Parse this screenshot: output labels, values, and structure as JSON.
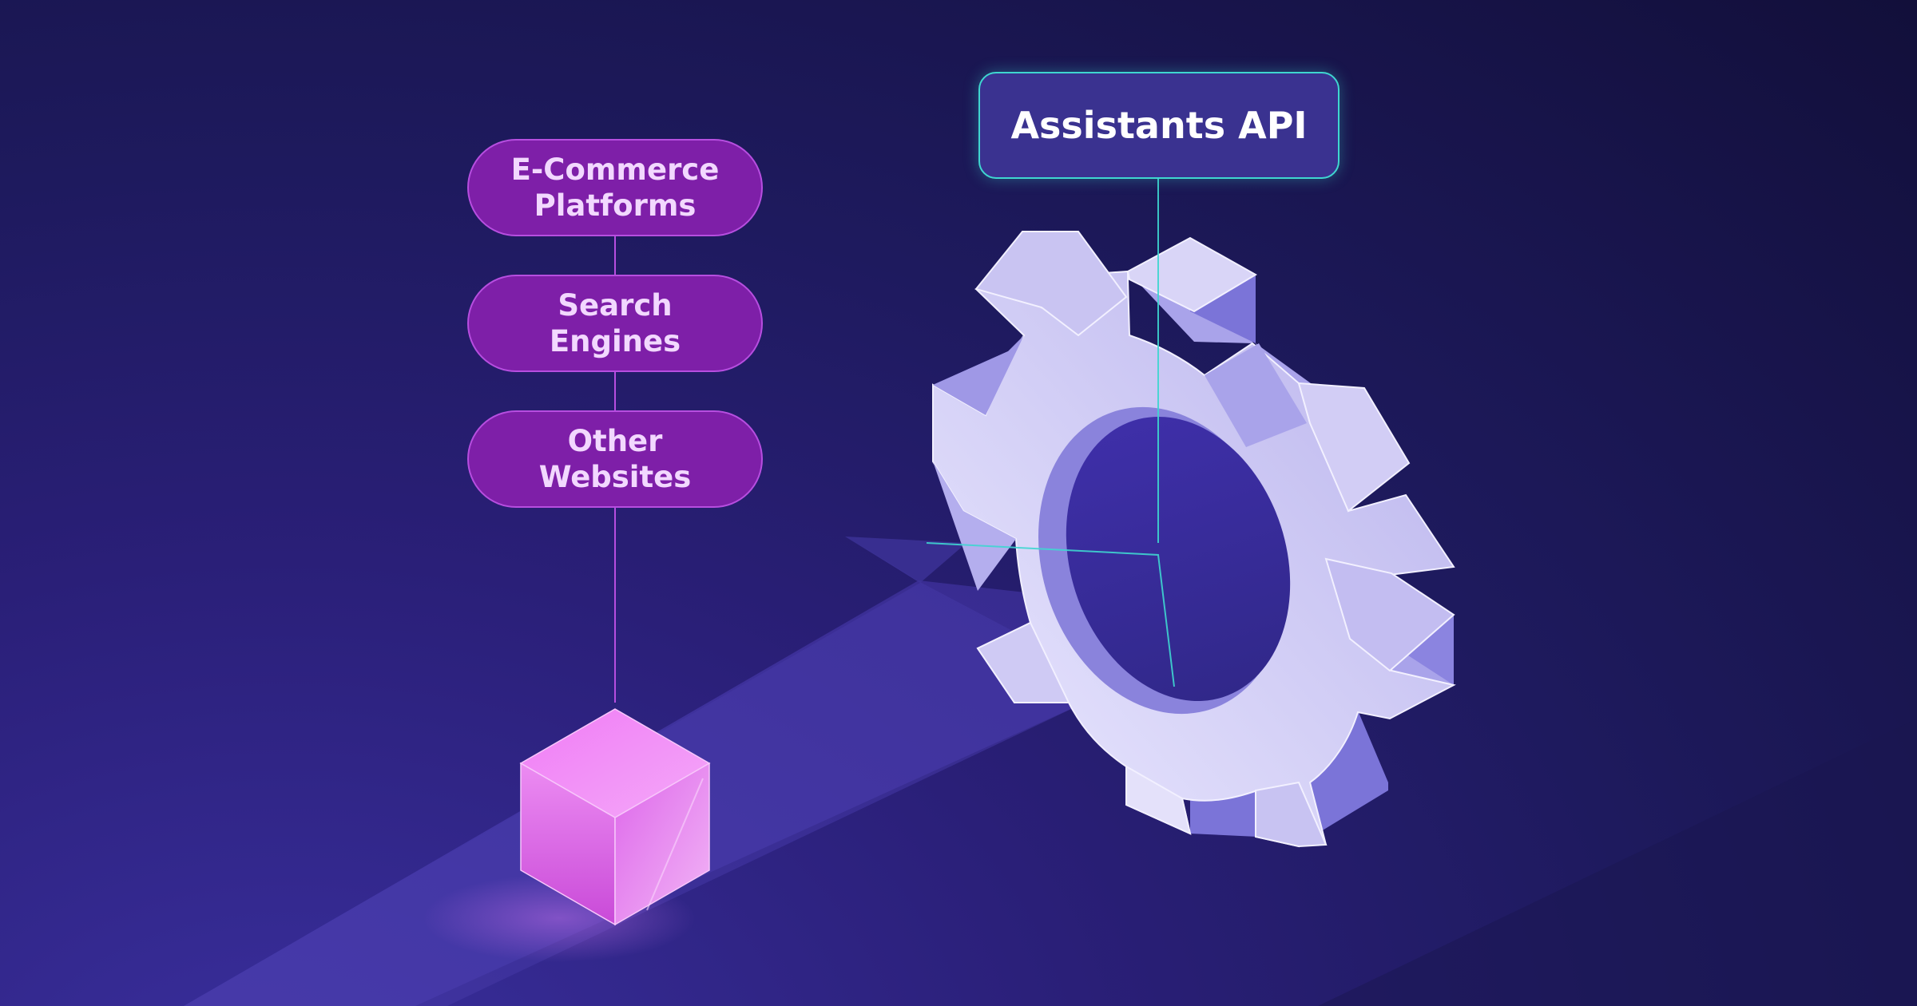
{
  "sources": [
    {
      "label": "E-Commerce\nPlatforms"
    },
    {
      "label": "Search\nEngines"
    },
    {
      "label": "Other\nWebsites"
    }
  ],
  "api": {
    "label": "Assistants API"
  },
  "colors": {
    "background": "#1e1a5e",
    "pill_fill": "#7e1fa8",
    "pill_border": "#b74ee0",
    "pill_text": "#f2d8ff",
    "api_box": "#3a3290",
    "connector_cyan": "#3fd6d0",
    "gear_face": "#d4d0f4",
    "gear_side": "#7b74d8",
    "cube": "#e56ef0"
  },
  "icons": [
    "data-cube-icon",
    "gear-icon"
  ]
}
